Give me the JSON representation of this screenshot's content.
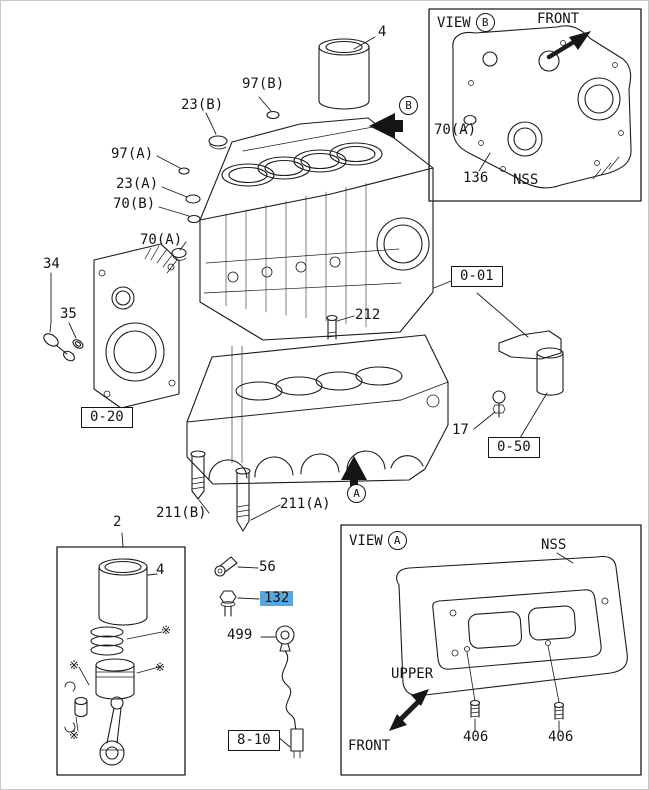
{
  "colors": {
    "highlight": "#57a7dc",
    "line": "#1c1c1c",
    "background": "#ffffff"
  },
  "callouts": {
    "liner_top": "4",
    "p97b": "97(B)",
    "p23b": "23(B)",
    "p97a": "97(A)",
    "p23a": "23(A)",
    "p70b": "70(B)",
    "p70a": "70(A)",
    "p34": "34",
    "p35": "35",
    "p212": "212",
    "p17": "17",
    "p211b": "211(B)",
    "p211a": "211(A)",
    "p2": "2",
    "liner_box": "4",
    "p56": "56",
    "p132": "132",
    "p499": "499"
  },
  "refs": {
    "block_upper": "0-01",
    "front_plate": "0-20",
    "oil_filter": "0-50",
    "oil_level_gauge": "8-10"
  },
  "markers": {
    "a": "A",
    "b": "B",
    "asterisk": "※"
  },
  "view_b": {
    "title": "VIEW",
    "letter": "B",
    "front": "FRONT",
    "p70a": "70(A)",
    "p136": "136",
    "nss": "NSS"
  },
  "view_a": {
    "title": "VIEW",
    "letter": "A",
    "nss": "NSS",
    "upper": "UPPER",
    "front": "FRONT",
    "p406_left": "406",
    "p406_right": "406"
  }
}
